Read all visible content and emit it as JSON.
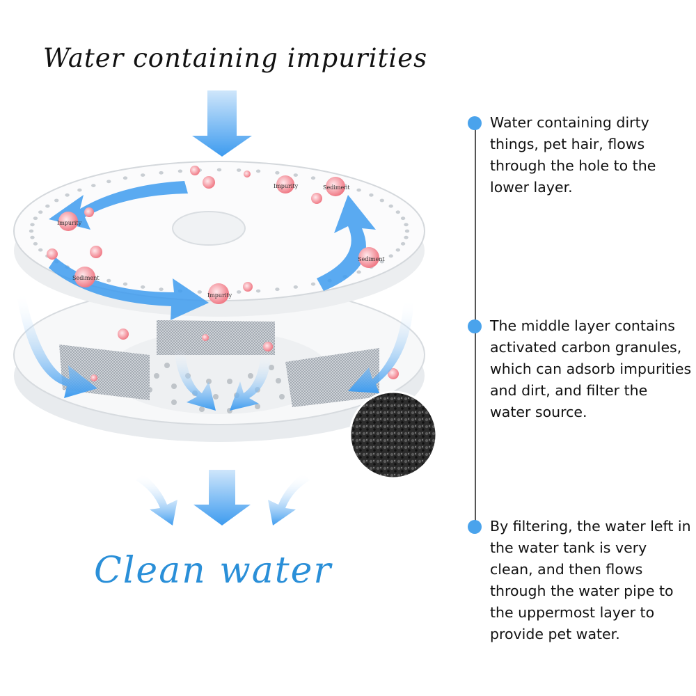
{
  "title_top": "Water containing impurities",
  "title_bottom": "Clean water",
  "steps": [
    {
      "text": "Water containing dirty things, pet hair, flows through the hole to the lower layer."
    },
    {
      "text": "The middle layer contains activated carbon granules, which can adsorb impurities and dirt, and filter the water source."
    },
    {
      "text": "By filtering, the water left in the water tank is very clean, and then flows through the water pipe to the uppermost layer to provide pet water."
    }
  ],
  "diagram_labels": {
    "impurity": "Impurity",
    "sediment": "Sediment"
  },
  "colors": {
    "arrow_blue": "#3d9bef",
    "dot_blue": "#4aa3ec",
    "clean_water_text": "#2a8fd8",
    "bubble_red": "#f07a86"
  }
}
